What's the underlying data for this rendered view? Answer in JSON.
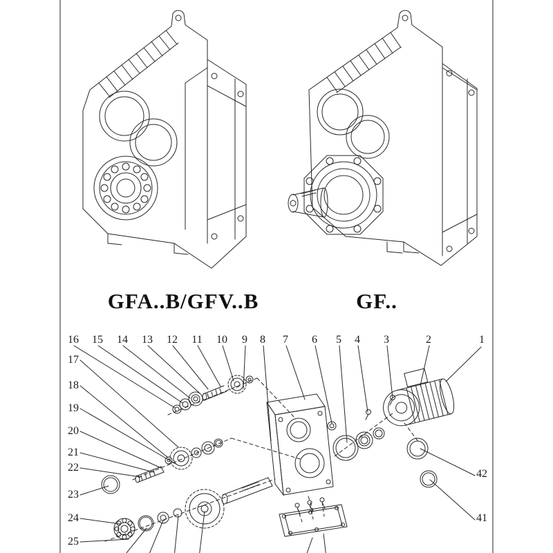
{
  "page": {
    "background": "#ffffff",
    "ink": "#262626"
  },
  "models": {
    "left": "GFA..B/GFV..B",
    "right": "GF.."
  },
  "callouts": {
    "top_row": [
      "16",
      "15",
      "14",
      "13",
      "12",
      "11",
      "10",
      "9",
      "8",
      "7",
      "6",
      "5",
      "4",
      "3",
      "2",
      "1"
    ],
    "left_column": [
      "17",
      "18",
      "19",
      "20",
      "21",
      "22",
      "23",
      "24",
      "25"
    ],
    "right_column": [
      "42",
      "41"
    ]
  }
}
